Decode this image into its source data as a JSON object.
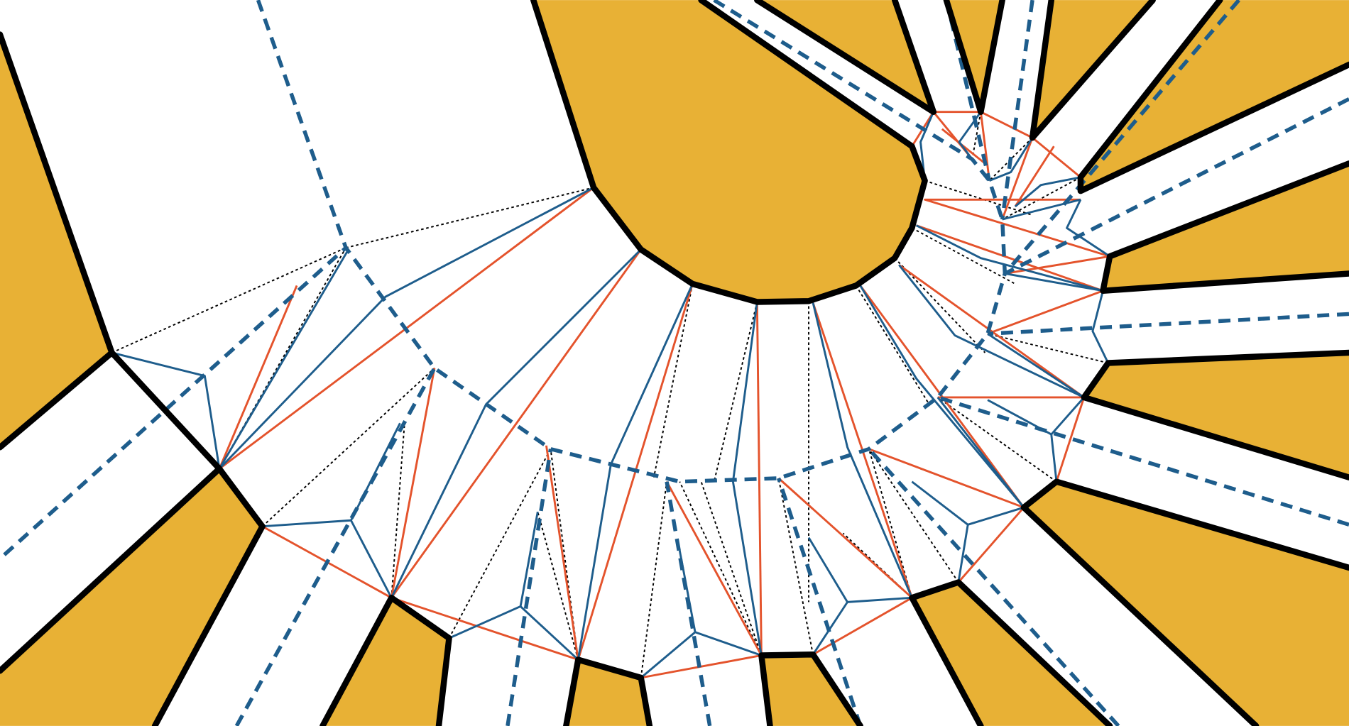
{
  "diagram": {
    "kind": "origami-crease-pattern",
    "colors": {
      "background": "#FFFFFF",
      "flap_fill": "#E8B135",
      "boundary": "#000000",
      "mountain_fold": "#E4532C",
      "valley_fold": "#1E5D8C",
      "dashed_axis": "#1E5D8C",
      "dotted_hinge": "#000000"
    },
    "line_styles": {
      "boundary": "solid-thick",
      "mountain_fold": "solid-thin",
      "valley_fold": "solid-thin",
      "dashed_axis": "dashed-thick",
      "dotted_hinge": "dotted-thin"
    },
    "text": ""
  }
}
